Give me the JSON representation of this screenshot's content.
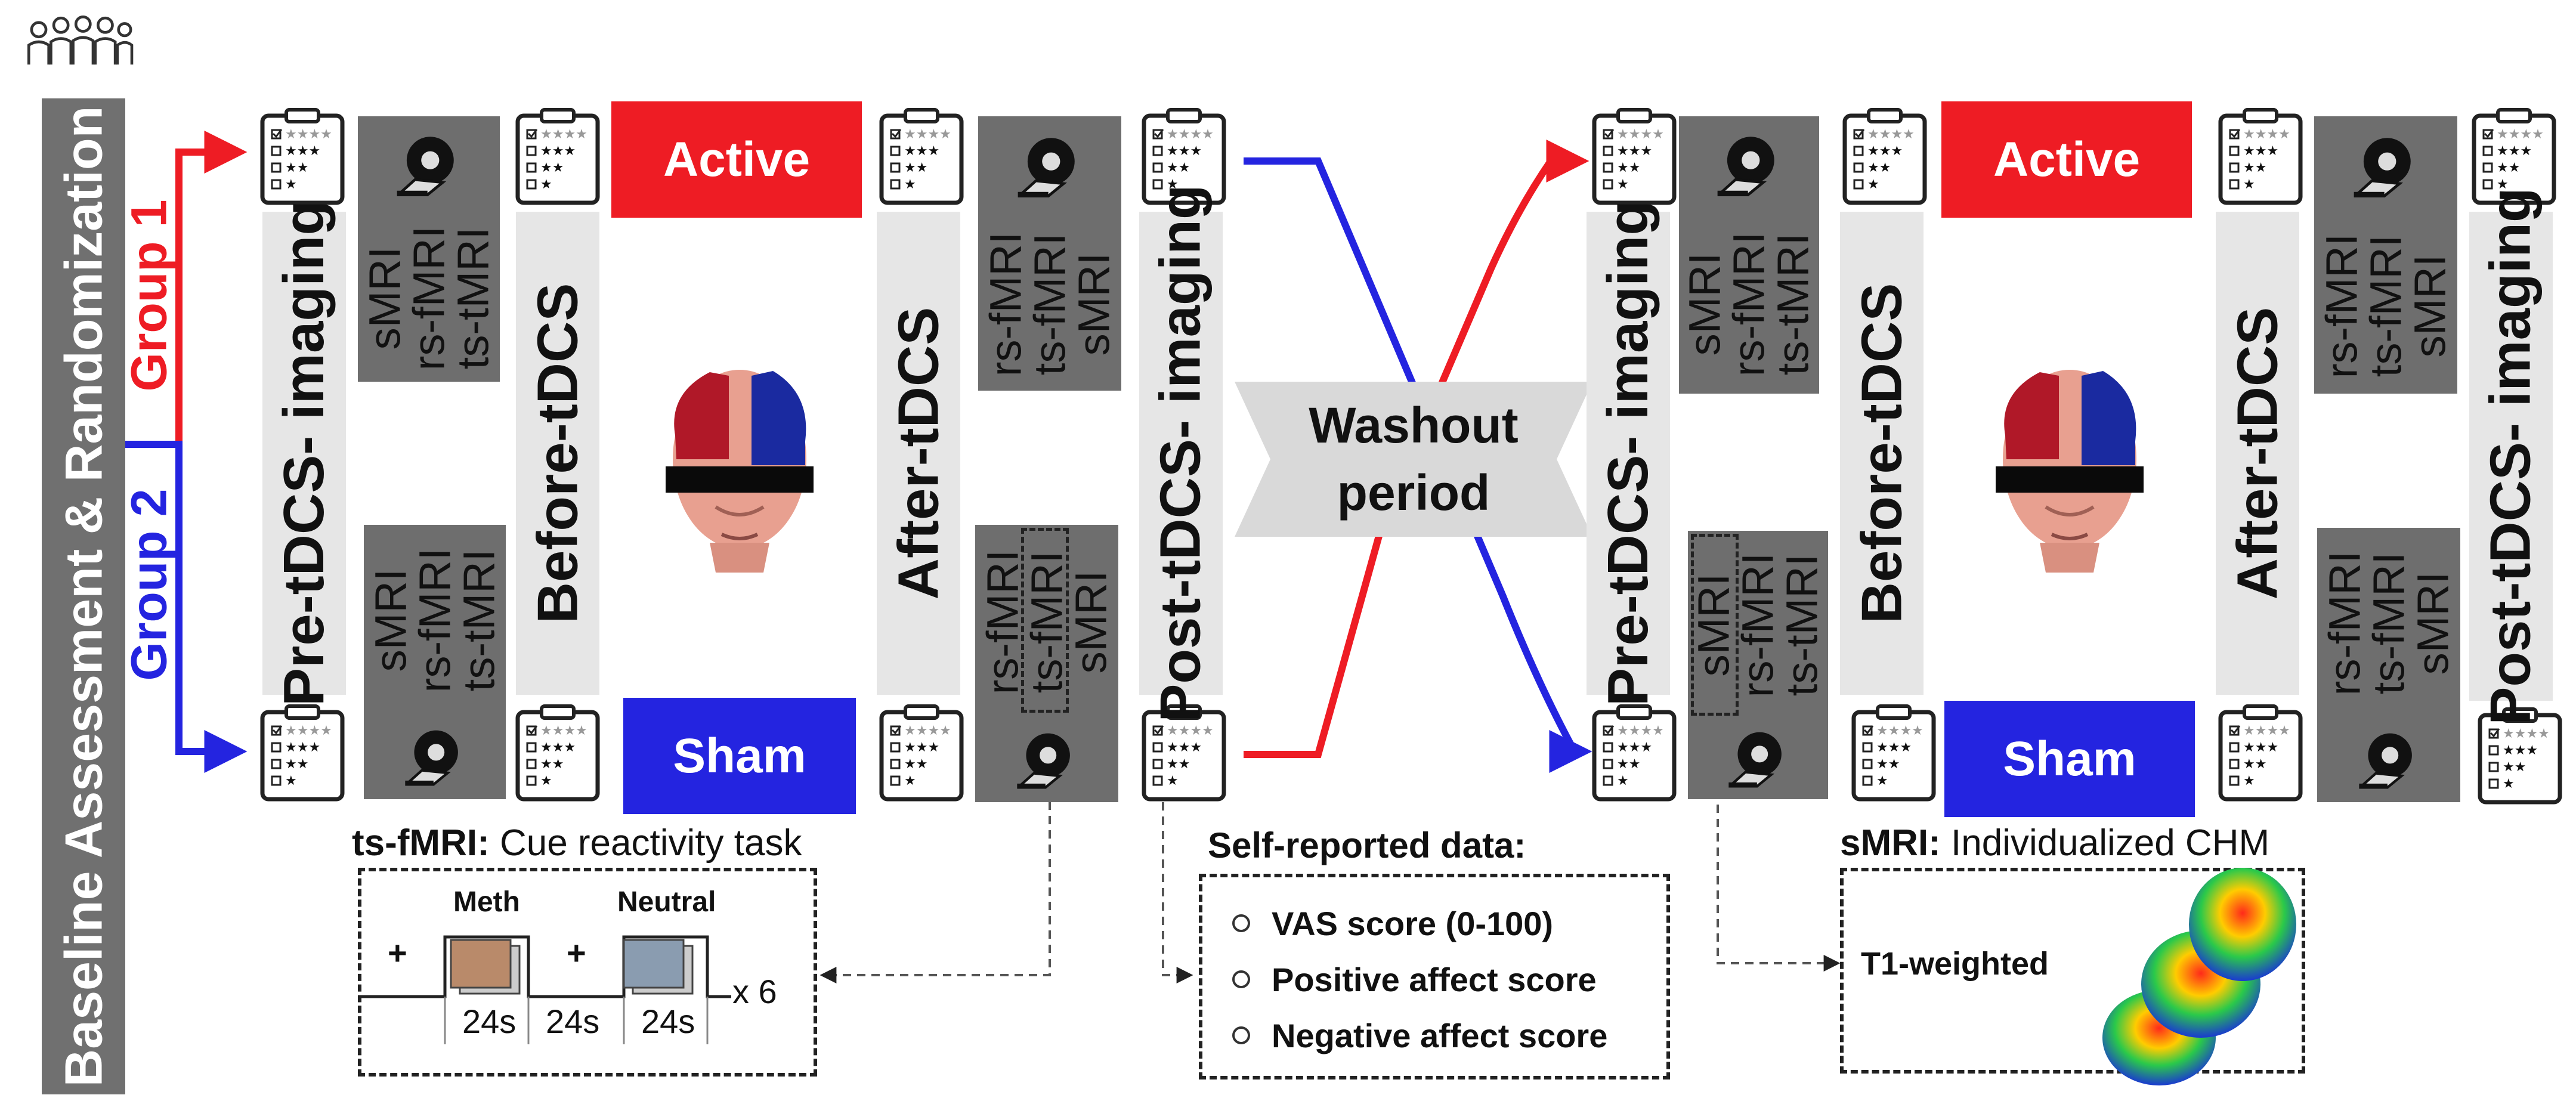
{
  "left_bar": {
    "label": "Baseline Assessment & Randomization"
  },
  "groups": {
    "group1": "Group 1",
    "group2": "Group 2"
  },
  "phase_labels": {
    "pre": "Pre-tDCS- imaging",
    "before": "Before-tDCS",
    "after": "After-tDCS",
    "post": "Post-tDCS- imaging"
  },
  "stimulation": {
    "active": "Active",
    "sham": "Sham"
  },
  "mri_sets": {
    "pre_top": "sMRI\nrs-fMRI\nts-tMRI",
    "pre_bottom": "sMRI\nrs-fMRI\nts-tMRI",
    "post_top": "rs-fMRI\nts-fMRI\nsMRI",
    "post_bottom": "rs-fMRI\nts-fMRI\nsMRI"
  },
  "washout": {
    "line1": "Washout",
    "line2": "period"
  },
  "task_panel": {
    "title_bold": "ts-fMRI:",
    "title_rest": " Cue reactivity task",
    "meth": "Meth",
    "neutral": "Neutral",
    "plus": "+",
    "d1": "24s",
    "d2": "24s",
    "d3": "24s",
    "repeat": "x 6"
  },
  "self_report": {
    "title": "Self-reported data:",
    "items": [
      "VAS score (0-100)",
      "Positive affect score",
      "Negative affect score"
    ]
  },
  "smri_panel": {
    "title_bold": "sMRI:",
    "title_rest": " Individualized CHM",
    "t1": "T1-weighted"
  },
  "colors": {
    "group1": "#ee1c24",
    "group2": "#2424e0",
    "panel_dark": "#6e6e6e",
    "panel_light": "#e6e6e6",
    "left_bar": "#707070"
  },
  "icons": [
    "people-group-icon",
    "checklist-clipboard-icon",
    "mri-scanner-icon",
    "head-electrode-icon",
    "brain-map-icon",
    "task-photo-icon"
  ]
}
